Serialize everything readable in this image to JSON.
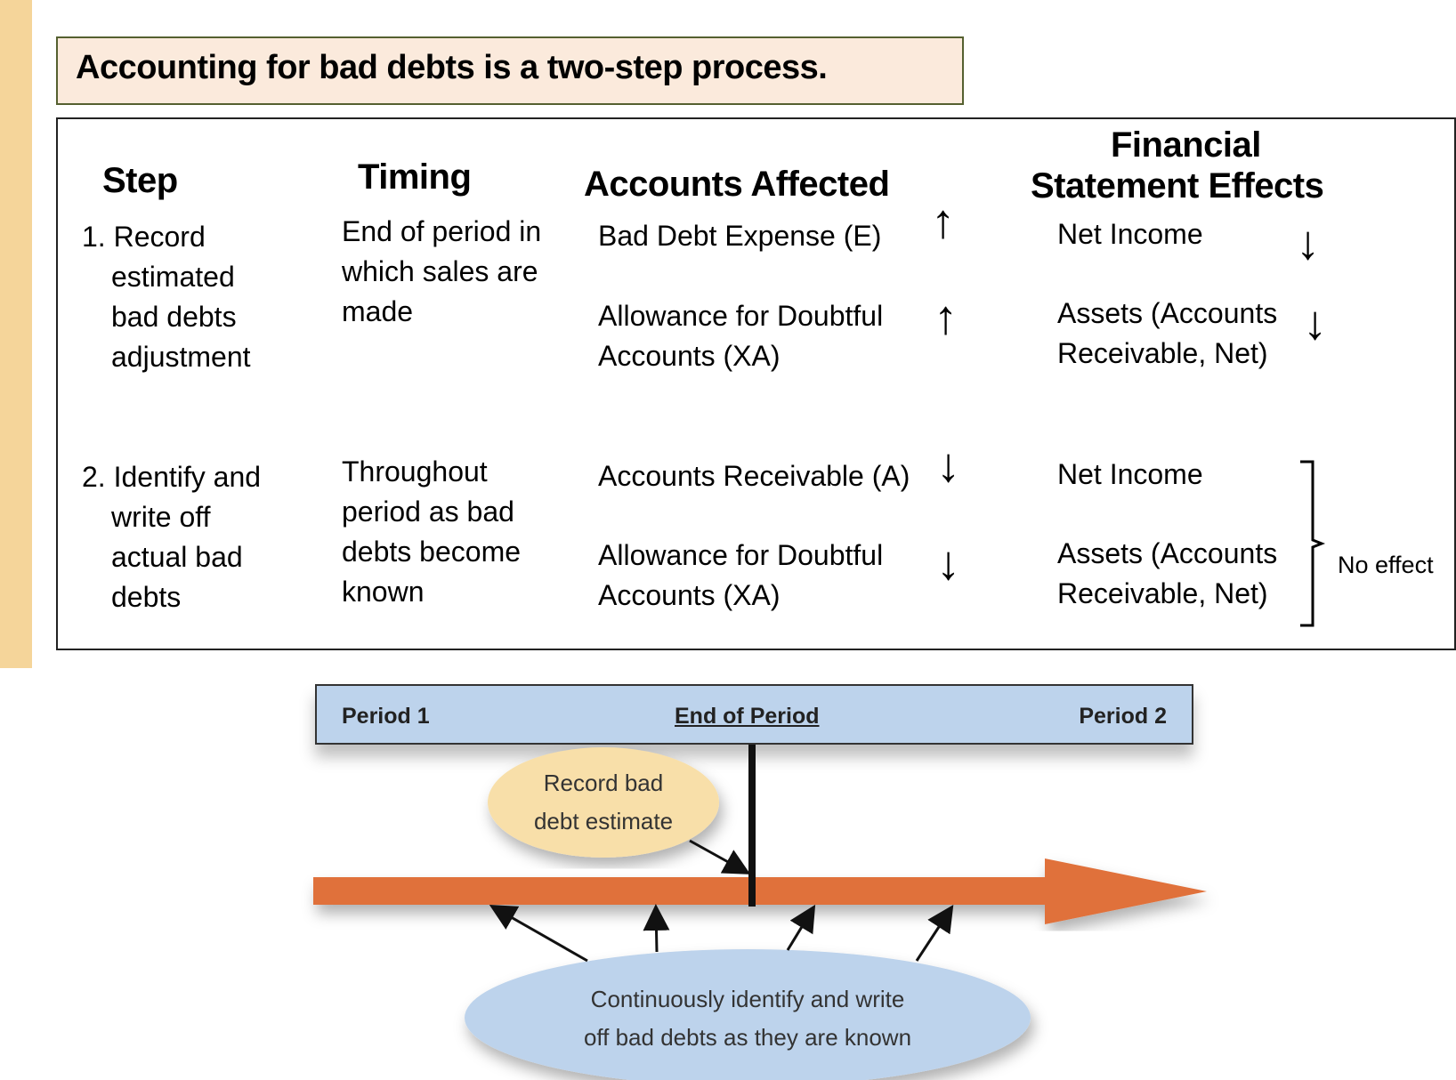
{
  "callout": "Accounting for bad debts is a two-step process.",
  "table": {
    "headers": {
      "step": "Step",
      "timing": "Timing",
      "accounts": "Accounts Affected",
      "fs_line1": "Financial",
      "fs_line2": "Statement Effects"
    },
    "rows": [
      {
        "step": [
          "1. Record",
          "estimated",
          "bad debts",
          "adjustment"
        ],
        "timing": [
          "End of period in",
          "which sales are",
          "made"
        ],
        "accounts": [
          {
            "lines": [
              "Bad Debt Expense (E)"
            ],
            "direction": "up"
          },
          {
            "lines": [
              "Allowance for Doubtful",
              "Accounts (XA)"
            ],
            "direction": "up"
          }
        ],
        "effects": [
          {
            "lines": [
              "Net Income"
            ],
            "direction": "down"
          },
          {
            "lines": [
              "Assets (Accounts",
              "Receivable, Net)"
            ],
            "direction": "down"
          }
        ]
      },
      {
        "step": [
          "2. Identify and",
          "write off",
          "actual bad",
          "debts"
        ],
        "timing": [
          "Throughout",
          "period as bad",
          "debts become",
          "known"
        ],
        "accounts": [
          {
            "lines": [
              "Accounts Receivable (A)"
            ],
            "direction": "down"
          },
          {
            "lines": [
              "Allowance for Doubtful",
              "Accounts (XA)"
            ],
            "direction": "down"
          }
        ],
        "effects": [
          {
            "lines": [
              "Net Income"
            ]
          },
          {
            "lines": [
              "Assets (Accounts",
              "Receivable, Net)"
            ]
          }
        ],
        "effects_note": "No effect"
      }
    ]
  },
  "timeline": {
    "period1": "Period 1",
    "end": "End of Period",
    "period2": "Period 2",
    "estimate_bubble": [
      "Record bad",
      "debt estimate"
    ],
    "writeoff_bubble": [
      "Continuously identify and write",
      "off bad debts as they are known"
    ],
    "colors": {
      "bar": "#e0713b",
      "band": "#bdd3ec",
      "estimate": "#f8dfa9",
      "writeoff": "#bdd3ec"
    }
  }
}
